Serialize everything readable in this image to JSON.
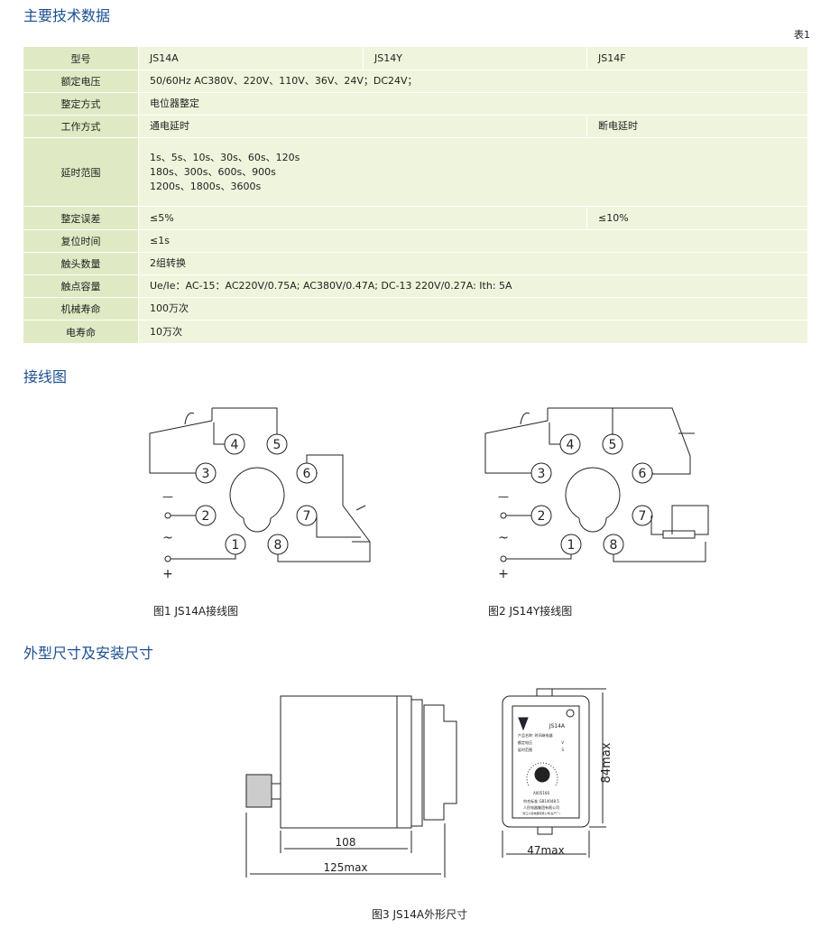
{
  "section_titles": {
    "specs": "主要技术数据",
    "wiring": "接线图",
    "dimensions": "外型尺寸及安装尺寸"
  },
  "table_label": "表1",
  "table": {
    "rows": [
      {
        "label": "型号",
        "cells": [
          "JS14A",
          "JS14Y",
          "JS14F"
        ]
      },
      {
        "label": "额定电压",
        "cells": [
          "50/60Hz  AC380V、220V、110V、36V、24V；DC24V；"
        ]
      },
      {
        "label": "整定方式",
        "cells": [
          "电位器整定"
        ]
      },
      {
        "label": "工作方式",
        "cells": [
          "通电延时",
          "断电延时"
        ]
      },
      {
        "label": "延时范围",
        "cells": [
          "1s、5s、10s、30s、60s、120s\n180s、300s、600s、900s\n1200s、1800s、3600s"
        ]
      },
      {
        "label": "整定误差",
        "cells": [
          "≤5%",
          "≤10%"
        ]
      },
      {
        "label": "复位时间",
        "cells": [
          "≤1s"
        ]
      },
      {
        "label": "触头数量",
        "cells": [
          "2组转换"
        ]
      },
      {
        "label": "触点容量",
        "cells": [
          "Ue/Ie：AC-15：AC220V/0.75A; AC380V/0.47A; DC-13  220V/0.27A: Ith: 5A"
        ]
      },
      {
        "label": "机械寿命",
        "cells": [
          "100万次"
        ]
      },
      {
        "label": "电寿命",
        "cells": [
          "10万次"
        ]
      }
    ]
  },
  "figures": {
    "fig1": "图1 JS14A接线图",
    "fig2": "图2 JS14Y接线图",
    "fig3": "图3 JS14A外形尺寸"
  },
  "terminals": [
    "1",
    "2",
    "3",
    "4",
    "5",
    "6",
    "7",
    "8"
  ],
  "polarity": {
    "minus": "—",
    "tilde": "~",
    "plus": "+"
  },
  "dims": {
    "d108": "108",
    "d125": "125max",
    "d47": "47max",
    "d84": "84max"
  },
  "nameplate": {
    "model": "JS14A",
    "product": "产品名称: 时间继电器",
    "voltage": "额定电压",
    "voltage_unit": "V",
    "range": "延时范围",
    "range_unit": "S",
    "cert": "A005166",
    "standard": "符合标准 GB14048.5",
    "maker": "人民电器集团有限公司",
    "maker_sub": "浙江人民电器有限公司(生产厂)"
  }
}
